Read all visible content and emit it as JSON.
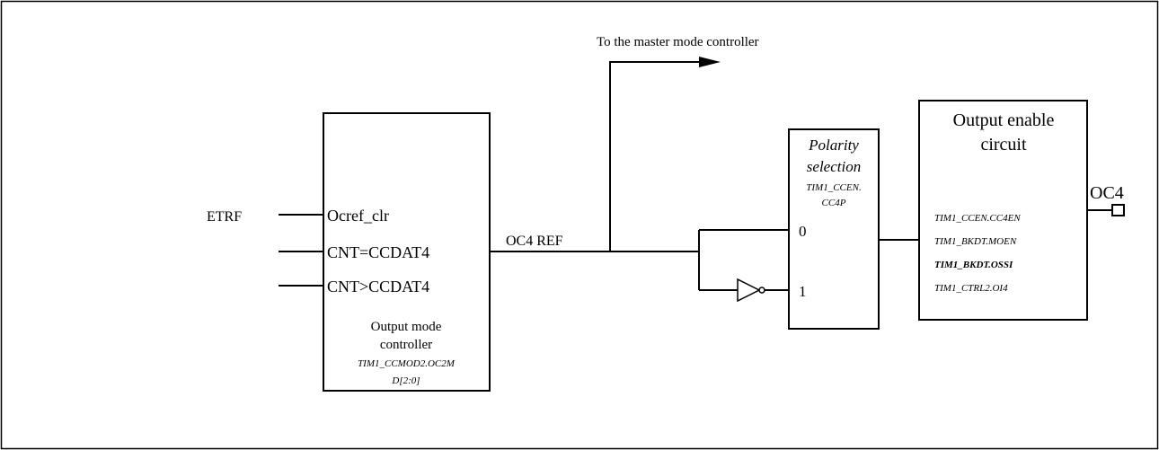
{
  "top_label": "To the master mode controller",
  "etrf": "ETRF",
  "output_mode_block": {
    "inputs": [
      "Ocref_clr",
      "CNT=CCDAT4",
      "CNT>CCDAT4"
    ],
    "title_line1": "Output mode",
    "title_line2": "controller",
    "reg_line1": "TIM1_CCMOD2.OC2M",
    "reg_line2": "D[2:0]"
  },
  "oc4ref": "OC4 REF",
  "polarity_block": {
    "title_line1": "Polarity",
    "title_line2": "selection",
    "reg_line1": "TIM1_CCEN.",
    "reg_line2": "CC4P",
    "input0": "0",
    "input1": "1"
  },
  "output_enable_block": {
    "title_line1": "Output enable",
    "title_line2": "circuit",
    "regs": [
      "TIM1_CCEN.CC4EN",
      "TIM1_BKDT.MOEN",
      "TIM1_BKDT.OSSI",
      "TIM1_CTRL2.OI4"
    ]
  },
  "oc4": "OC4"
}
